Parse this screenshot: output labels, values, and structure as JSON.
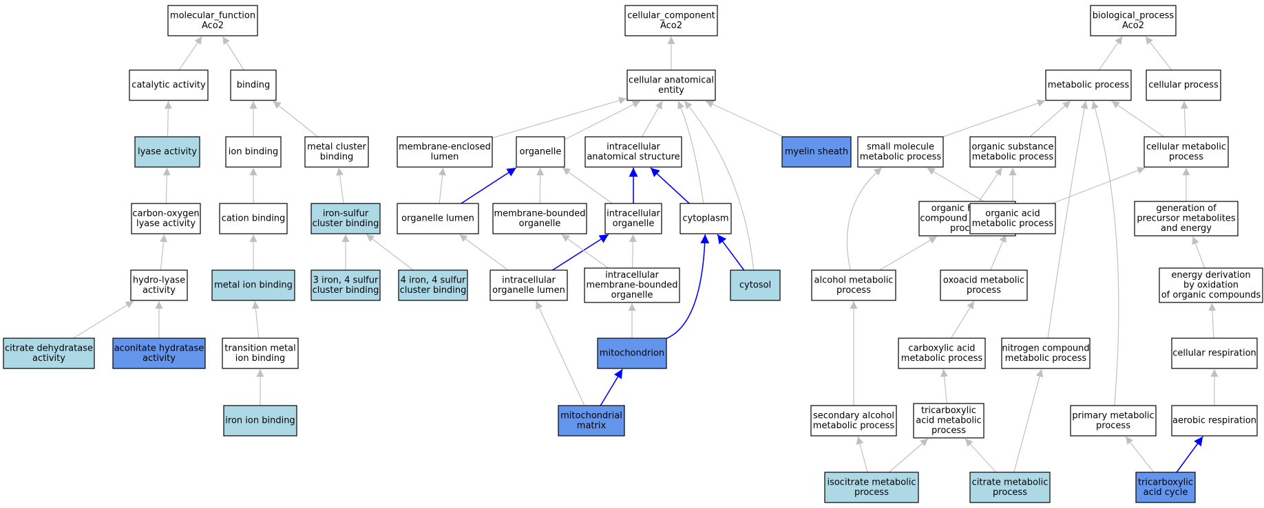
{
  "colors": {
    "plain": "#ffffff",
    "light": "#add8e6",
    "dark": "#6495ed",
    "edge_grey": "#c0c0c0",
    "edge_blue": "#0000ff"
  },
  "nodes": {
    "mf_root": {
      "lines": [
        "molecular_function",
        "Aco2"
      ],
      "fill": "plain"
    },
    "catalytic": {
      "lines": [
        "catalytic activity"
      ],
      "fill": "plain"
    },
    "binding": {
      "lines": [
        "binding"
      ],
      "fill": "plain"
    },
    "lyase": {
      "lines": [
        "lyase activity"
      ],
      "fill": "light"
    },
    "ion_binding": {
      "lines": [
        "ion binding"
      ],
      "fill": "plain"
    },
    "metal_cluster": {
      "lines": [
        "metal cluster",
        "binding"
      ],
      "fill": "plain"
    },
    "co_lyase": {
      "lines": [
        "carbon-oxygen",
        "lyase activity"
      ],
      "fill": "plain"
    },
    "cation_binding": {
      "lines": [
        "cation binding"
      ],
      "fill": "plain"
    },
    "fe_s": {
      "lines": [
        "iron-sulfur",
        "cluster binding"
      ],
      "fill": "light"
    },
    "hydro_lyase": {
      "lines": [
        "hydro-lyase",
        "activity"
      ],
      "fill": "plain"
    },
    "metal_ion": {
      "lines": [
        "metal ion binding"
      ],
      "fill": "light"
    },
    "fe3s4": {
      "lines": [
        "3 iron, 4 sulfur",
        "cluster binding"
      ],
      "fill": "light"
    },
    "fe4s4": {
      "lines": [
        "4 iron, 4 sulfur",
        "cluster binding"
      ],
      "fill": "light"
    },
    "citrate_dehyd": {
      "lines": [
        "citrate dehydratase",
        "activity"
      ],
      "fill": "light"
    },
    "aconitate": {
      "lines": [
        "aconitate hydratase",
        "activity"
      ],
      "fill": "dark"
    },
    "tm_ion": {
      "lines": [
        "transition metal",
        "ion binding"
      ],
      "fill": "plain"
    },
    "iron_ion": {
      "lines": [
        "iron ion binding"
      ],
      "fill": "light"
    },
    "cc_root": {
      "lines": [
        "cellular_component",
        "Aco2"
      ],
      "fill": "plain"
    },
    "cae": {
      "lines": [
        "cellular anatomical",
        "entity"
      ],
      "fill": "plain"
    },
    "mem_lumen": {
      "lines": [
        "membrane-enclosed",
        "lumen"
      ],
      "fill": "plain"
    },
    "organelle": {
      "lines": [
        "organelle"
      ],
      "fill": "plain"
    },
    "ias": {
      "lines": [
        "intracellular",
        "anatomical structure"
      ],
      "fill": "plain"
    },
    "myelin": {
      "lines": [
        "myelin sheath"
      ],
      "fill": "dark"
    },
    "org_lumen": {
      "lines": [
        "organelle lumen"
      ],
      "fill": "plain"
    },
    "mbo": {
      "lines": [
        "membrane-bounded",
        "organelle"
      ],
      "fill": "plain"
    },
    "intra_org": {
      "lines": [
        "intracellular",
        "organelle"
      ],
      "fill": "plain"
    },
    "cytoplasm": {
      "lines": [
        "cytoplasm"
      ],
      "fill": "plain"
    },
    "iol": {
      "lines": [
        "intracellular",
        "organelle lumen"
      ],
      "fill": "plain"
    },
    "imbo": {
      "lines": [
        "intracellular",
        "membrane-bounded",
        "organelle"
      ],
      "fill": "plain"
    },
    "cytosol": {
      "lines": [
        "cytosol"
      ],
      "fill": "light"
    },
    "mito": {
      "lines": [
        "mitochondrion"
      ],
      "fill": "dark"
    },
    "mito_matrix": {
      "lines": [
        "mitochondrial",
        "matrix"
      ],
      "fill": "dark"
    },
    "bp_root": {
      "lines": [
        "biological_process",
        "Aco2"
      ],
      "fill": "plain"
    },
    "metabolic": {
      "lines": [
        "metabolic process"
      ],
      "fill": "plain"
    },
    "cellular_proc": {
      "lines": [
        "cellular process"
      ],
      "fill": "plain"
    },
    "small_mol": {
      "lines": [
        "small molecule",
        "metabolic process"
      ],
      "fill": "plain"
    },
    "org_subst": {
      "lines": [
        "organic substance",
        "metabolic process"
      ],
      "fill": "plain"
    },
    "cell_metab": {
      "lines": [
        "cellular metabolic",
        "process"
      ],
      "fill": "plain"
    },
    "org_hydroxy": {
      "lines": [
        "organic hydroxy",
        "compound metabolic",
        "process"
      ],
      "fill": "plain"
    },
    "org_acid": {
      "lines": [
        "organic acid",
        "metabolic process"
      ],
      "fill": "plain"
    },
    "gen_precursor": {
      "lines": [
        "generation of",
        "precursor metabolites",
        "and energy"
      ],
      "fill": "plain"
    },
    "alcohol": {
      "lines": [
        "alcohol metabolic",
        "process"
      ],
      "fill": "plain"
    },
    "oxoacid": {
      "lines": [
        "oxoacid metabolic",
        "process"
      ],
      "fill": "plain"
    },
    "energy_deriv": {
      "lines": [
        "energy derivation",
        "by oxidation",
        "of organic compounds"
      ],
      "fill": "plain"
    },
    "carboxylic": {
      "lines": [
        "carboxylic acid",
        "metabolic process"
      ],
      "fill": "plain"
    },
    "nitrogen": {
      "lines": [
        "nitrogen compound",
        "metabolic process"
      ],
      "fill": "plain"
    },
    "cell_resp": {
      "lines": [
        "cellular respiration"
      ],
      "fill": "plain"
    },
    "sec_alcohol": {
      "lines": [
        "secondary alcohol",
        "metabolic process"
      ],
      "fill": "plain"
    },
    "tca_metab": {
      "lines": [
        "tricarboxylic",
        "acid metabolic",
        "process"
      ],
      "fill": "plain"
    },
    "primary": {
      "lines": [
        "primary metabolic",
        "process"
      ],
      "fill": "plain"
    },
    "aerobic": {
      "lines": [
        "aerobic respiration"
      ],
      "fill": "plain"
    },
    "isocitrate": {
      "lines": [
        "isocitrate metabolic",
        "process"
      ],
      "fill": "light"
    },
    "citrate_metab": {
      "lines": [
        "citrate metabolic",
        "process"
      ],
      "fill": "light"
    },
    "tca_cycle": {
      "lines": [
        "tricarboxylic",
        "acid cycle"
      ],
      "fill": "dark"
    }
  },
  "edges": [
    {
      "from": "catalytic",
      "to": "mf_root",
      "color": "grey"
    },
    {
      "from": "binding",
      "to": "mf_root",
      "color": "grey"
    },
    {
      "from": "lyase",
      "to": "catalytic",
      "color": "grey"
    },
    {
      "from": "ion_binding",
      "to": "binding",
      "color": "grey"
    },
    {
      "from": "metal_cluster",
      "to": "binding",
      "color": "grey"
    },
    {
      "from": "co_lyase",
      "to": "lyase",
      "color": "grey"
    },
    {
      "from": "cation_binding",
      "to": "ion_binding",
      "color": "grey"
    },
    {
      "from": "fe_s",
      "to": "metal_cluster",
      "color": "grey"
    },
    {
      "from": "hydro_lyase",
      "to": "co_lyase",
      "color": "grey"
    },
    {
      "from": "metal_ion",
      "to": "cation_binding",
      "color": "grey"
    },
    {
      "from": "fe3s4",
      "to": "fe_s",
      "color": "grey"
    },
    {
      "from": "fe4s4",
      "to": "fe_s",
      "color": "grey"
    },
    {
      "from": "citrate_dehyd",
      "to": "hydro_lyase",
      "color": "grey"
    },
    {
      "from": "aconitate",
      "to": "hydro_lyase",
      "color": "grey"
    },
    {
      "from": "tm_ion",
      "to": "metal_ion",
      "color": "grey"
    },
    {
      "from": "iron_ion",
      "to": "tm_ion",
      "color": "grey"
    },
    {
      "from": "cae",
      "to": "cc_root",
      "color": "grey"
    },
    {
      "from": "mem_lumen",
      "to": "cae",
      "color": "grey"
    },
    {
      "from": "organelle",
      "to": "cae",
      "color": "grey"
    },
    {
      "from": "ias",
      "to": "cae",
      "color": "grey"
    },
    {
      "from": "myelin",
      "to": "cae",
      "color": "grey"
    },
    {
      "from": "cytoplasm",
      "to": "cae",
      "color": "grey"
    },
    {
      "from": "cytosol",
      "to": "cae",
      "color": "grey"
    },
    {
      "from": "org_lumen",
      "to": "mem_lumen",
      "color": "grey"
    },
    {
      "from": "org_lumen",
      "to": "organelle",
      "color": "blue"
    },
    {
      "from": "mbo",
      "to": "organelle",
      "color": "grey"
    },
    {
      "from": "intra_org",
      "to": "organelle",
      "color": "grey"
    },
    {
      "from": "intra_org",
      "to": "ias",
      "color": "blue"
    },
    {
      "from": "cytoplasm",
      "to": "ias",
      "color": "blue"
    },
    {
      "from": "iol",
      "to": "org_lumen",
      "color": "grey"
    },
    {
      "from": "iol",
      "to": "intra_org",
      "color": "blue"
    },
    {
      "from": "imbo",
      "to": "mbo",
      "color": "grey"
    },
    {
      "from": "imbo",
      "to": "intra_org",
      "color": "grey"
    },
    {
      "from": "cytosol",
      "to": "cytoplasm",
      "color": "blue"
    },
    {
      "from": "mito",
      "to": "imbo",
      "color": "grey"
    },
    {
      "from": "mito",
      "to": "cytoplasm",
      "color": "blue"
    },
    {
      "from": "mito_matrix",
      "to": "mito",
      "color": "blue"
    },
    {
      "from": "mito_matrix",
      "to": "iol",
      "color": "grey"
    },
    {
      "from": "metabolic",
      "to": "bp_root",
      "color": "grey"
    },
    {
      "from": "cellular_proc",
      "to": "bp_root",
      "color": "grey"
    },
    {
      "from": "small_mol",
      "to": "metabolic",
      "color": "grey"
    },
    {
      "from": "org_subst",
      "to": "metabolic",
      "color": "grey"
    },
    {
      "from": "cell_metab",
      "to": "metabolic",
      "color": "grey"
    },
    {
      "from": "cell_metab",
      "to": "cellular_proc",
      "color": "grey"
    },
    {
      "from": "nitrogen",
      "to": "metabolic",
      "color": "grey"
    },
    {
      "from": "primary",
      "to": "metabolic",
      "color": "grey"
    },
    {
      "from": "org_hydroxy",
      "to": "org_subst",
      "color": "grey"
    },
    {
      "from": "org_acid",
      "to": "small_mol",
      "color": "grey"
    },
    {
      "from": "org_acid",
      "to": "org_subst",
      "color": "grey"
    },
    {
      "from": "org_acid",
      "to": "cell_metab",
      "color": "grey"
    },
    {
      "from": "gen_precursor",
      "to": "cell_metab",
      "color": "grey"
    },
    {
      "from": "alcohol",
      "to": "small_mol",
      "color": "grey"
    },
    {
      "from": "alcohol",
      "to": "org_hydroxy",
      "color": "grey"
    },
    {
      "from": "oxoacid",
      "to": "org_acid",
      "color": "grey"
    },
    {
      "from": "energy_deriv",
      "to": "gen_precursor",
      "color": "grey"
    },
    {
      "from": "carboxylic",
      "to": "oxoacid",
      "color": "grey"
    },
    {
      "from": "cell_resp",
      "to": "energy_deriv",
      "color": "grey"
    },
    {
      "from": "sec_alcohol",
      "to": "alcohol",
      "color": "grey"
    },
    {
      "from": "tca_metab",
      "to": "carboxylic",
      "color": "grey"
    },
    {
      "from": "aerobic",
      "to": "cell_resp",
      "color": "grey"
    },
    {
      "from": "isocitrate",
      "to": "sec_alcohol",
      "color": "grey"
    },
    {
      "from": "isocitrate",
      "to": "tca_metab",
      "color": "grey"
    },
    {
      "from": "citrate_metab",
      "to": "tca_metab",
      "color": "grey"
    },
    {
      "from": "citrate_metab",
      "to": "nitrogen",
      "color": "grey"
    },
    {
      "from": "tca_cycle",
      "to": "primary",
      "color": "grey"
    },
    {
      "from": "tca_cycle",
      "to": "aerobic",
      "color": "blue"
    }
  ]
}
